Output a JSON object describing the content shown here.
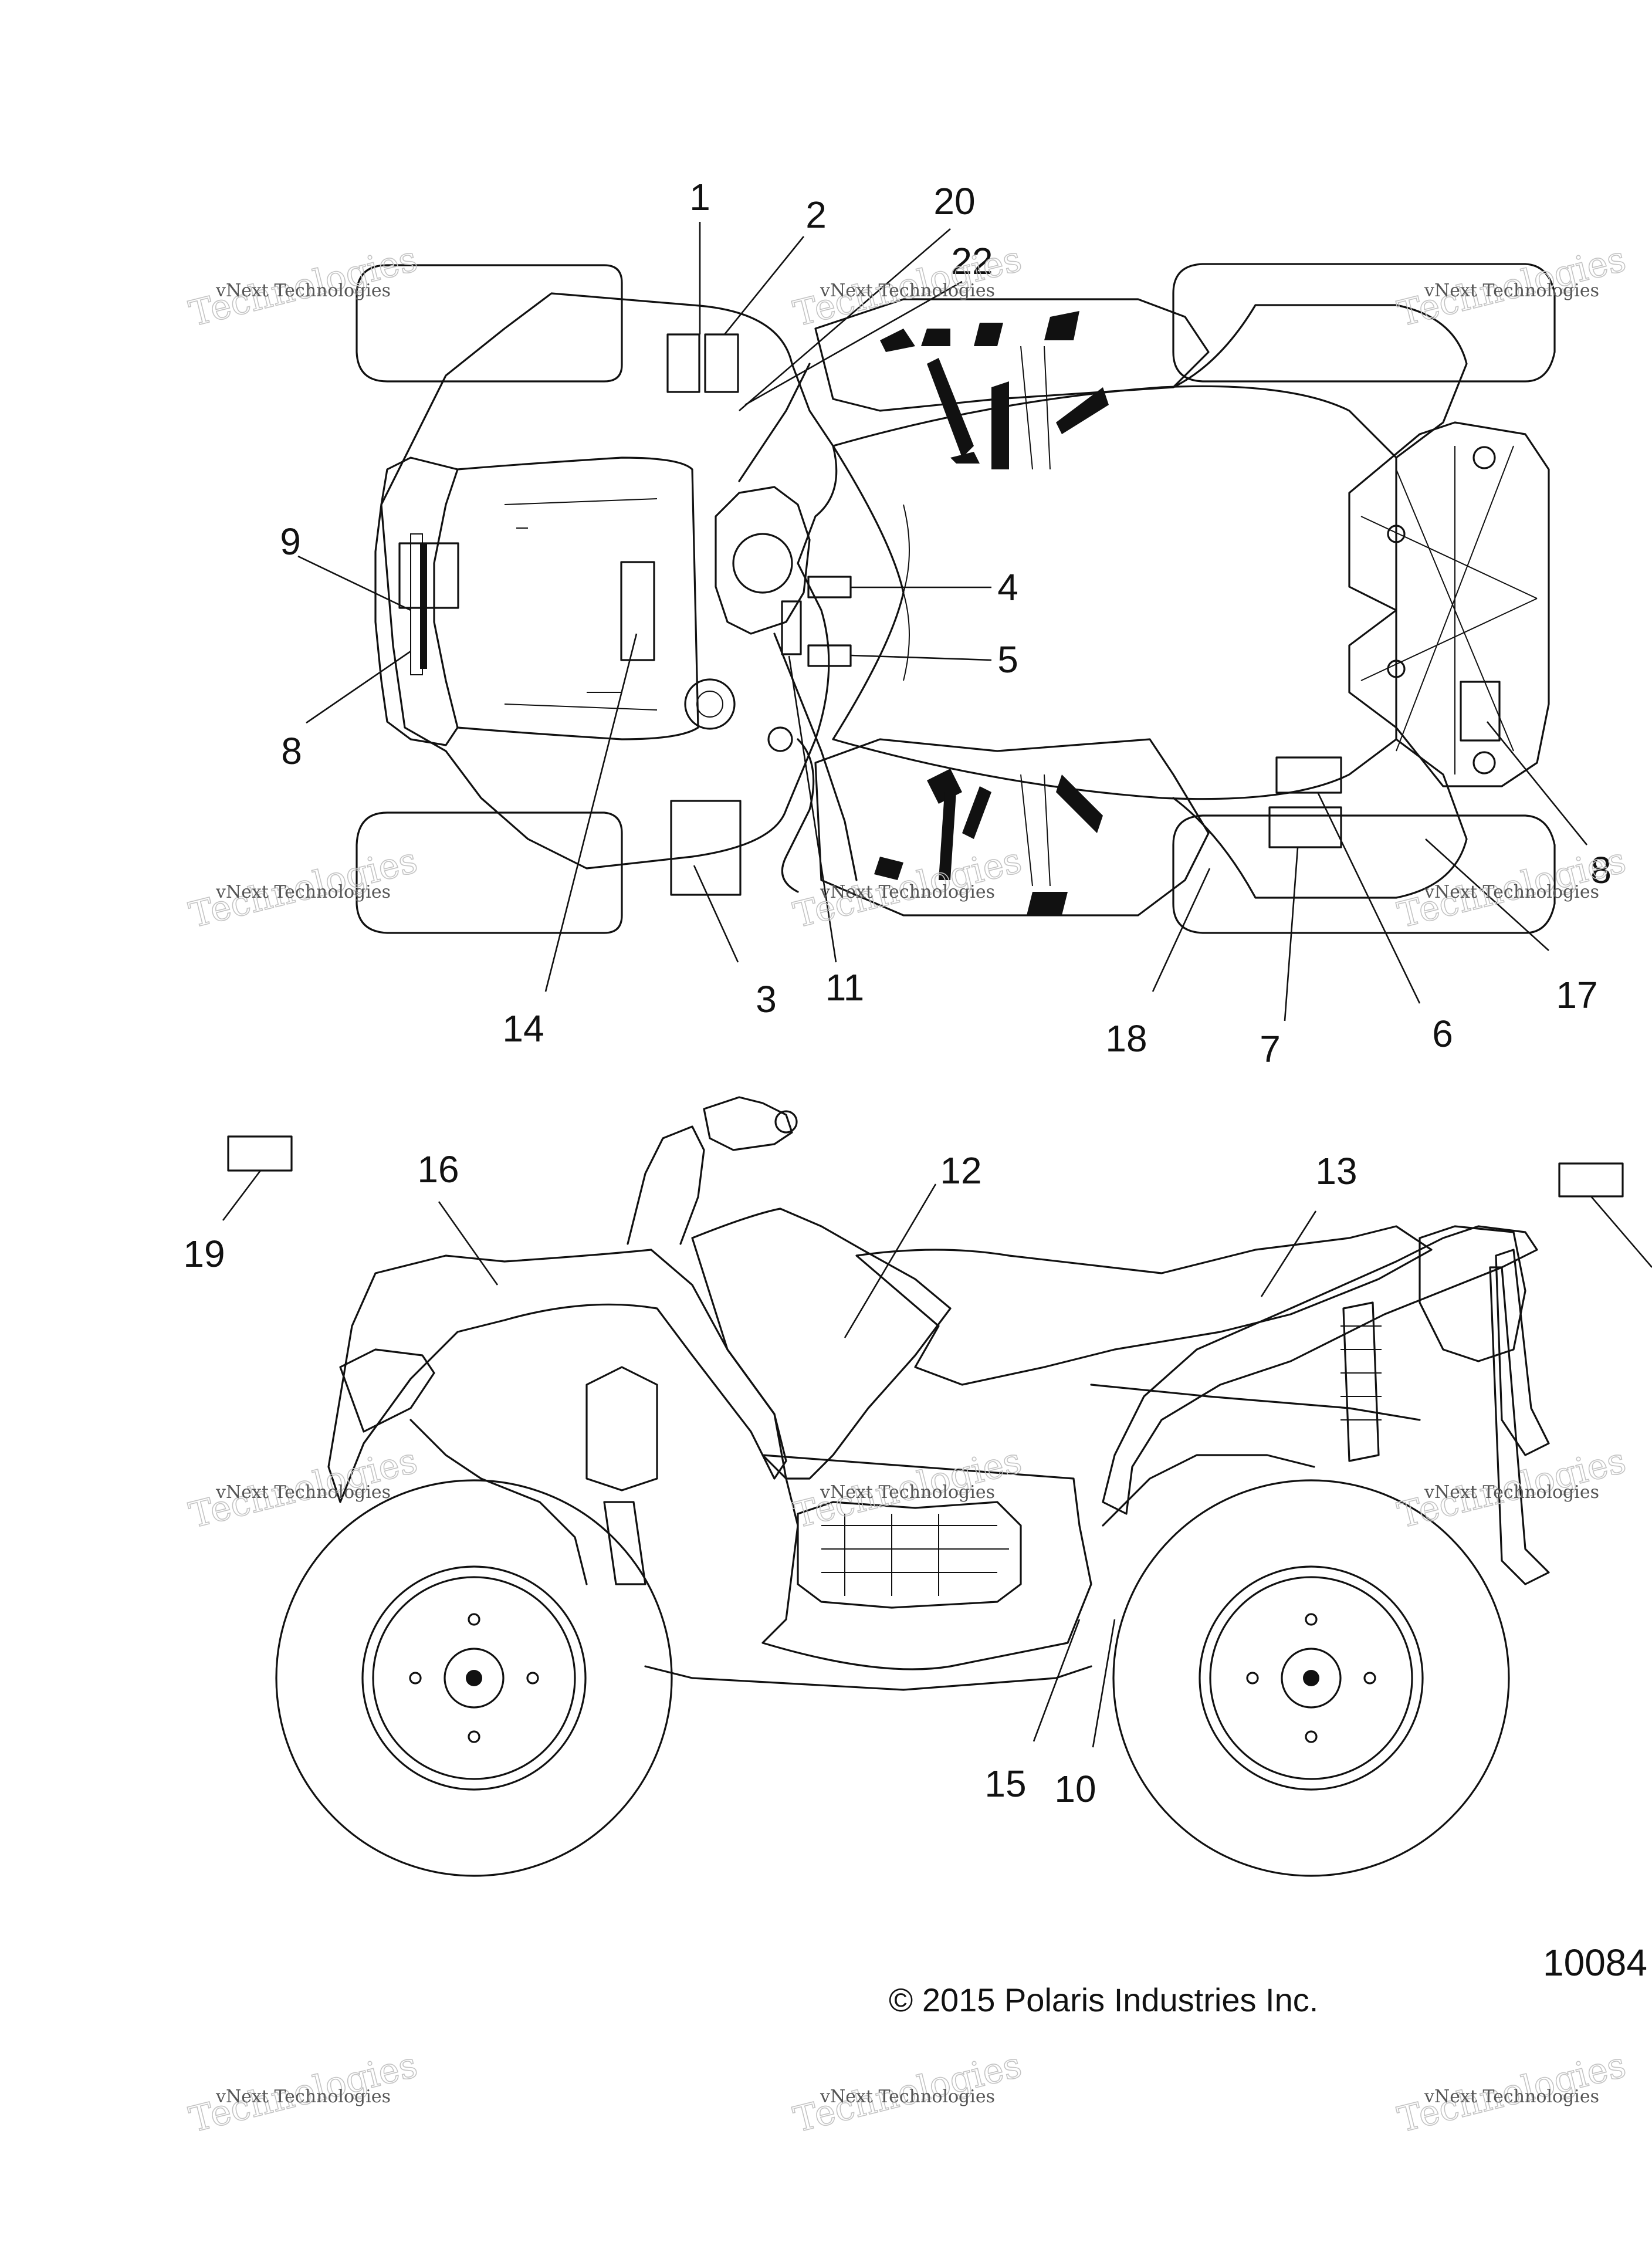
{
  "diagram": {
    "callouts": {
      "c1": "1",
      "c2": "2",
      "c20": "20",
      "c22": "22",
      "c9": "9",
      "c8a": "8",
      "c4": "4",
      "c5": "5",
      "c3": "3",
      "c11": "11",
      "c14": "14",
      "c18": "18",
      "c7": "7",
      "c6": "6",
      "c17": "17",
      "c8b": "8",
      "c16": "16",
      "c12": "12",
      "c13": "13",
      "c19": "19",
      "c15": "15",
      "c10": "10"
    },
    "figure_number": "10084",
    "copyright": "© 2015 Polaris Industries Inc.",
    "watermark_line1": "vNext Technologies",
    "watermark_line2": "Technologies"
  }
}
